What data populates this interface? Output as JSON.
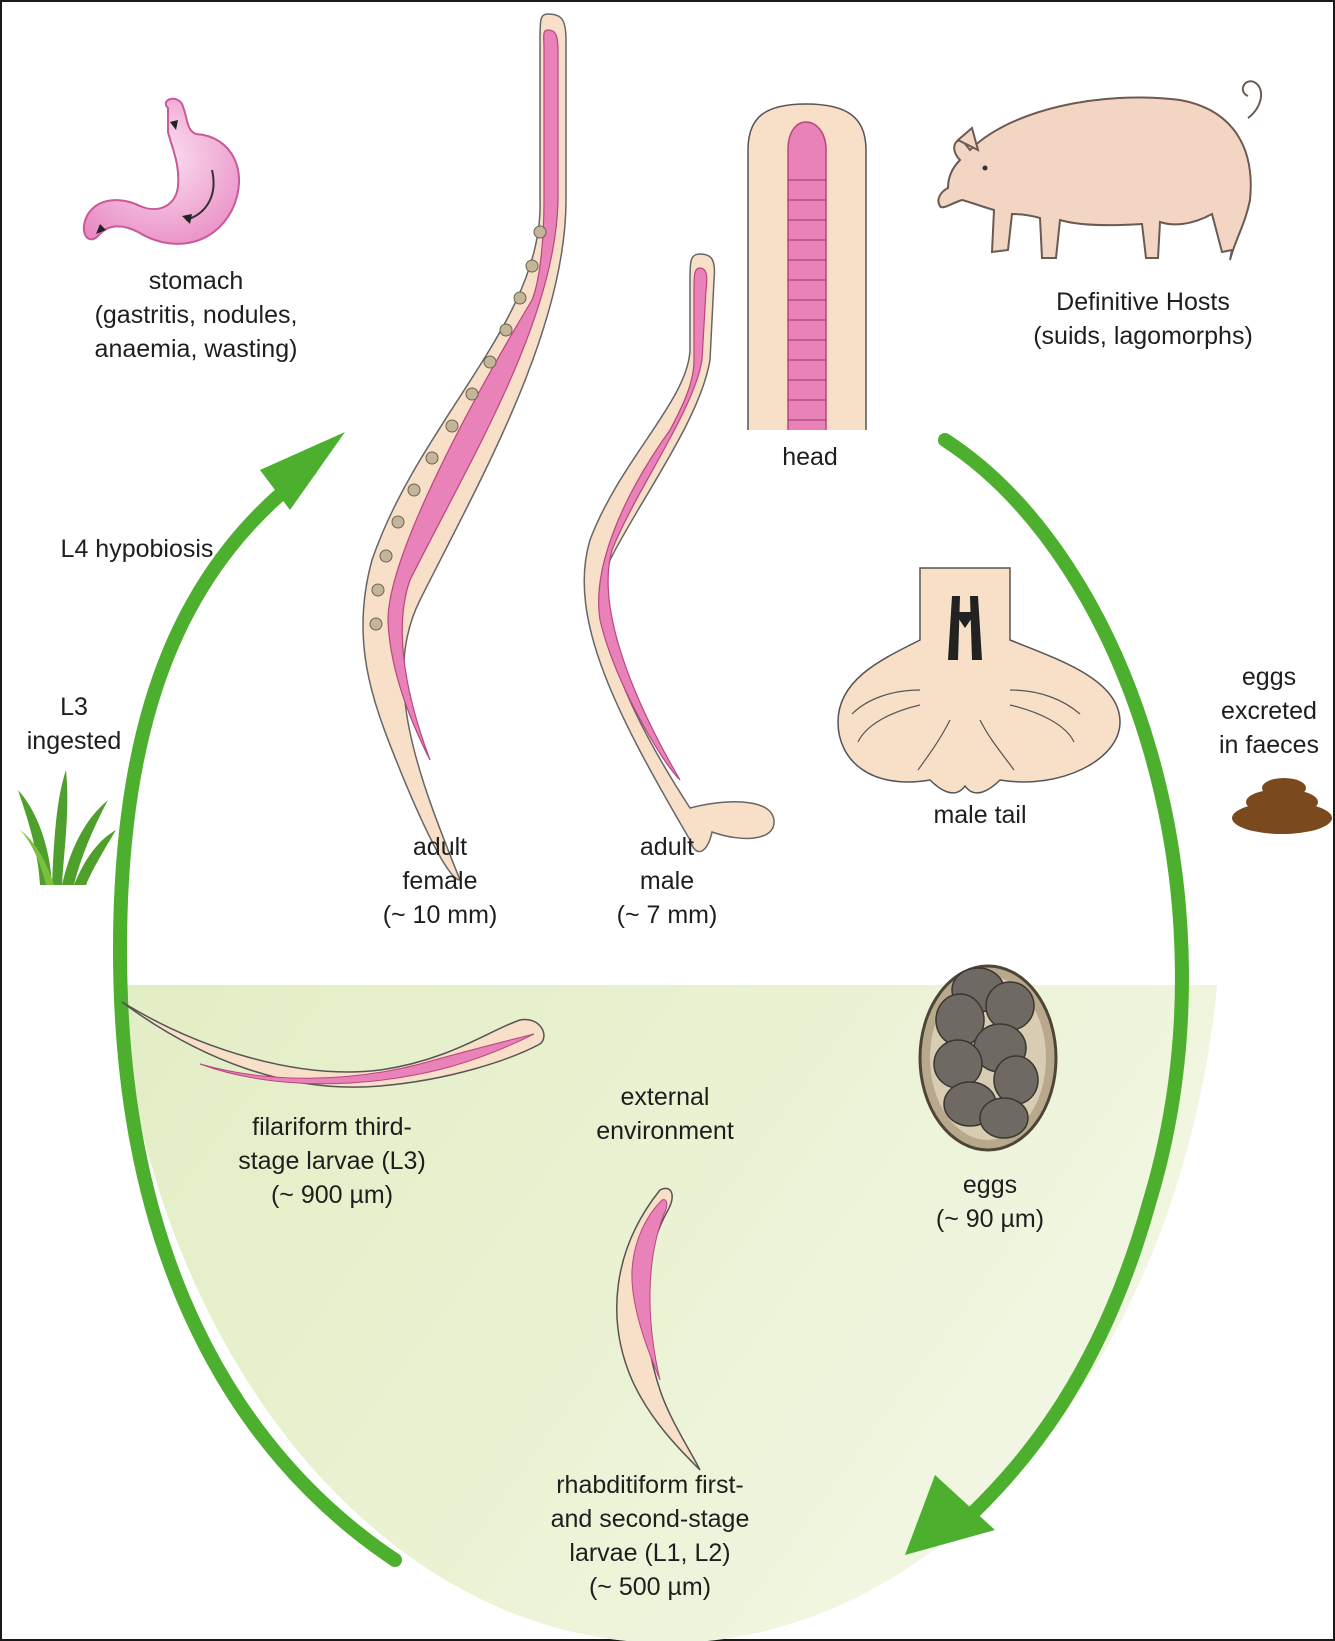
{
  "labels": {
    "stomach": [
      "stomach",
      "(gastritis, nodules,",
      "anaemia, wasting)"
    ],
    "hosts": [
      "Definitive Hosts",
      "(suids, lagomorphs)"
    ],
    "head": [
      "head"
    ],
    "male_tail": [
      "male tail"
    ],
    "hypobiosis": [
      "L4 hypobiosis"
    ],
    "l3_ingested": [
      "L3",
      "ingested"
    ],
    "eggs_excreted": [
      "eggs",
      "excreted",
      "in faeces"
    ],
    "adult_female": [
      "adult",
      "female",
      "(~ 10 mm)"
    ],
    "adult_male": [
      "adult",
      "male",
      "(~ 7 mm)"
    ],
    "filariform": [
      "filariform third-",
      "stage larvae (L3)",
      "(~ 900 µm)"
    ],
    "external": [
      "external",
      "environment"
    ],
    "eggs": [
      "eggs",
      "(~ 90 µm)"
    ],
    "rhabditiform": [
      "rhabditiform first-",
      "and second-stage",
      "larvae (L1, L2)",
      "(~ 500 µm)"
    ]
  },
  "icons": [
    "stomach-icon",
    "pig-icon",
    "grass-icon",
    "faeces-icon",
    "egg-icon"
  ],
  "colors": {
    "cycle_arrow": "#4caf2e",
    "worm_body": "#f8dfc8",
    "worm_gut": "#e882b8",
    "environment": "#d6e6b0",
    "pig": "#f3d5c4",
    "faeces": "#7a4a1e"
  }
}
